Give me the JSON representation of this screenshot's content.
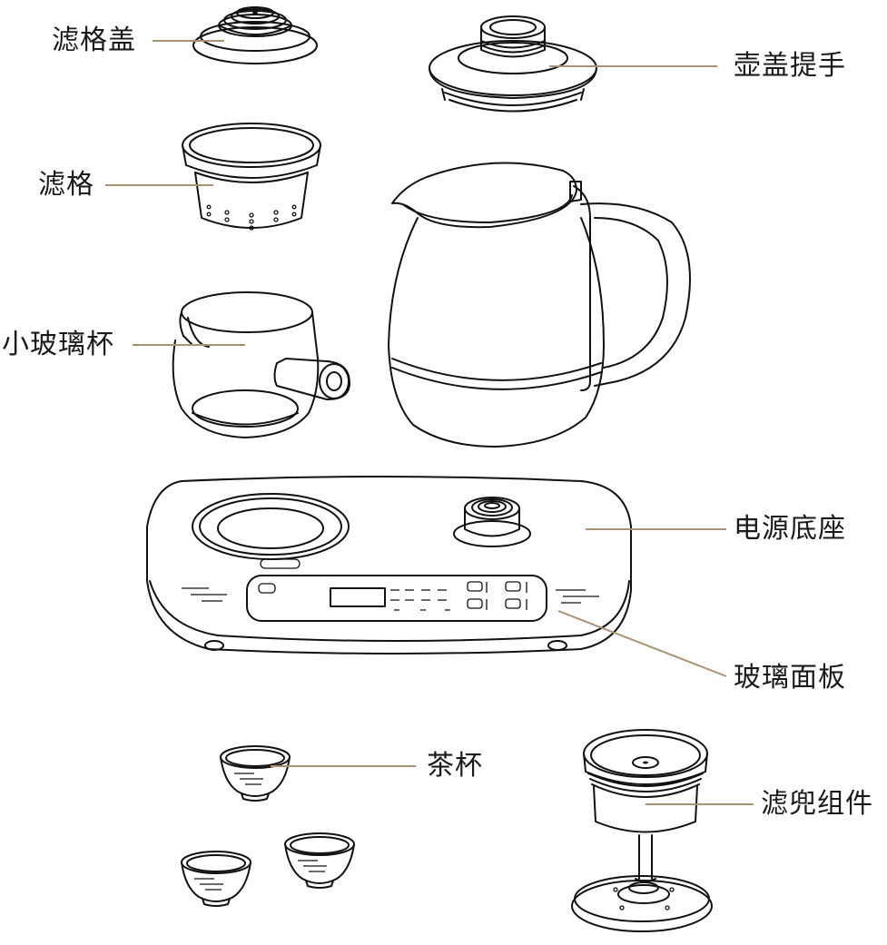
{
  "labels": {
    "filter_lid": "滤格盖",
    "pot_lid_handle": "壶盖提手",
    "filter": "滤格",
    "small_glass_cup": "小玻璃杯",
    "power_base": "电源底座",
    "glass_panel": "玻璃面板",
    "tea_cup": "茶杯",
    "strainer_assembly": "滤兜组件"
  },
  "colors": {
    "leader_line": "#a99272",
    "ink": "#111111"
  }
}
